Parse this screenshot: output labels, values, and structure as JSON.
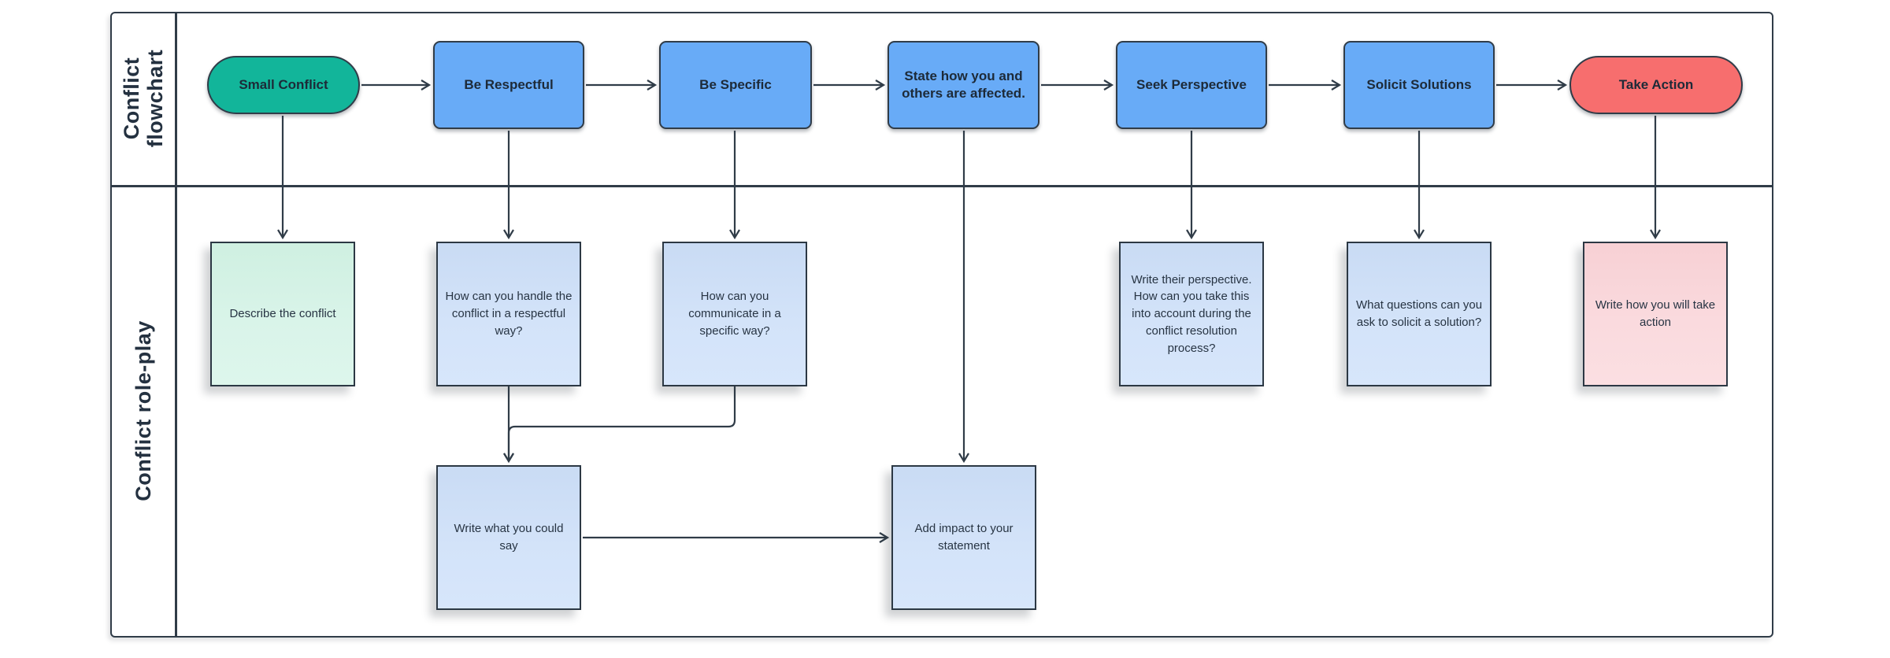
{
  "board": {
    "description": "Conflict resolution swimlane flowchart with role-play sticky notes"
  },
  "lanes": [
    {
      "title": "Conflict\nflowchart"
    },
    {
      "title": "Conflict role-play"
    }
  ],
  "flowchart": {
    "nodes": [
      {
        "label": "Small Conflict",
        "shape": "terminator",
        "color": "#12b59a"
      },
      {
        "label": "Be Respectful",
        "shape": "process",
        "color": "#68abf7"
      },
      {
        "label": "Be Specific",
        "shape": "process",
        "color": "#68abf7"
      },
      {
        "label": "State how you and\nothers are affected.",
        "shape": "process",
        "color": "#68abf7"
      },
      {
        "label": "Seek Perspective",
        "shape": "process",
        "color": "#68abf7"
      },
      {
        "label": "Solicit Solutions",
        "shape": "process",
        "color": "#68abf7"
      },
      {
        "label": "Take Action",
        "shape": "terminator",
        "color": "#f76e6e"
      }
    ]
  },
  "roleplay": {
    "notes": [
      {
        "text": "Describe the conflict",
        "color": "#d5f2e6"
      },
      {
        "text": "How can you handle the\nconflict in a respectful\nway?",
        "color": "#cfe0f8"
      },
      {
        "text": "How can you\ncommunicate in a\nspecific way?",
        "color": "#cfe0f8"
      },
      {
        "text": "Write their perspective.\nHow can you take this\ninto account during the\nconflict resolution\nprocess?",
        "color": "#cfe0f8"
      },
      {
        "text": "What questions can you\nask to solicit a solution?",
        "color": "#cfe0f8"
      },
      {
        "text": "Write how you will take\naction",
        "color": "#fad6da"
      },
      {
        "text": "Write what you could\nsay",
        "color": "#cfe0f8"
      },
      {
        "text": "Add impact to your\nstatement",
        "color": "#cfe0f8"
      }
    ]
  },
  "colors": {
    "line": "#303c48",
    "text": "#22303e",
    "node_teal": "#12b59a",
    "node_blue": "#68abf7",
    "node_red": "#f76e6e",
    "note_blue": "#cfe0f8",
    "note_mint": "#d5f2e6",
    "note_pink": "#fad6da",
    "background": "#ffffff"
  }
}
